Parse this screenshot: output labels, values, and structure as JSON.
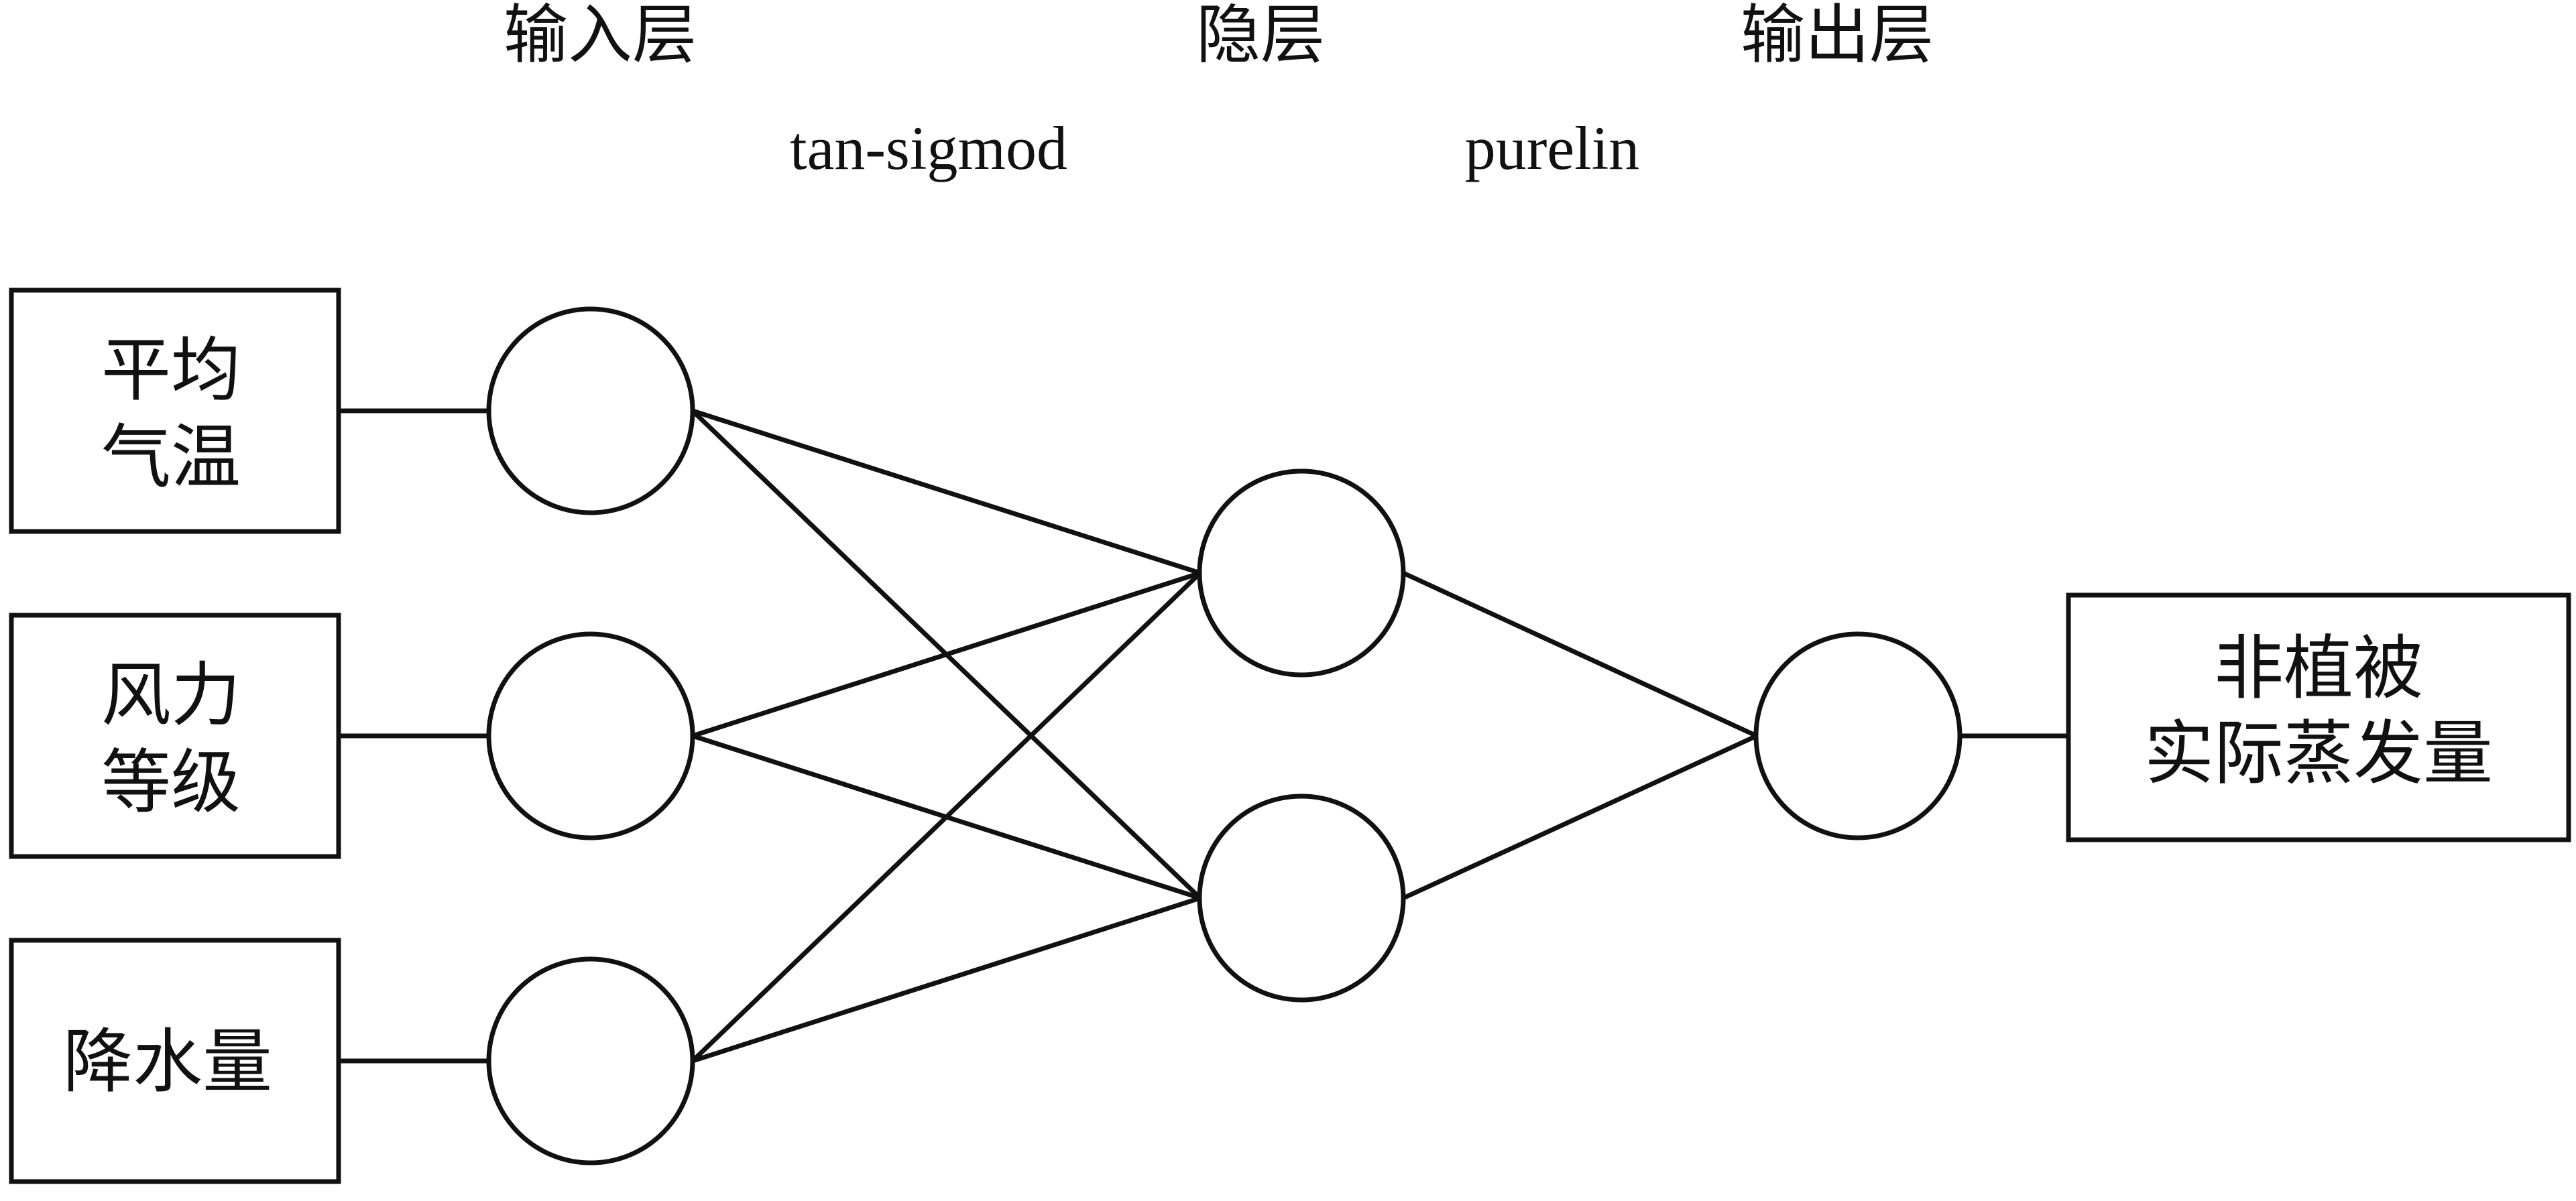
{
  "layers": {
    "input_title": "输入层",
    "hidden_title": "隐层",
    "output_title": "输出层"
  },
  "functions": {
    "hidden_activation": "tan-sigmod",
    "output_activation": "purelin"
  },
  "inputs": [
    {
      "line1": "平均",
      "line2": "气温"
    },
    {
      "line1": "风力",
      "line2": "等级"
    },
    {
      "line1": "降水量",
      "line2": ""
    }
  ],
  "output": {
    "line1": "非植被",
    "line2": "实际蒸发量"
  }
}
